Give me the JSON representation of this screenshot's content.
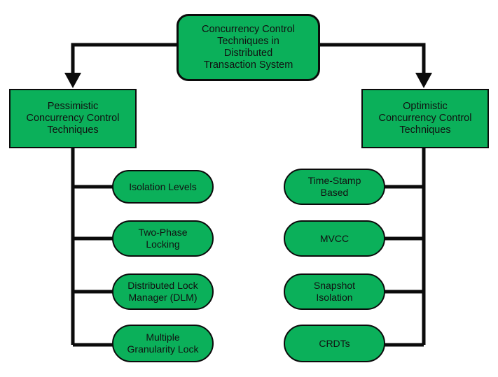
{
  "diagram": {
    "title": "Concurrency Control Techniques in Distributed Transaction System",
    "type": "hierarchy-flowchart",
    "background_color": "#ffffff",
    "node_fill_color": "#0bb05a",
    "node_border_color": "#0b0b0b",
    "text_color": "#111111",
    "connector_color": "#0b0b0b",
    "root": {
      "label": "Concurrency Control\nTechniques in\nDistributed\nTransaction System",
      "shape": "rounded-rectangle"
    },
    "branches": [
      {
        "label": "Pessimistic\nConcurrency Control\nTechniques",
        "shape": "rectangle",
        "side": "left",
        "children": [
          {
            "label": "Isolation Levels",
            "shape": "pill"
          },
          {
            "label": "Two-Phase\nLocking",
            "shape": "pill"
          },
          {
            "label": "Distributed Lock\nManager (DLM)",
            "shape": "pill"
          },
          {
            "label": "Multiple\nGranularity Lock",
            "shape": "pill"
          }
        ]
      },
      {
        "label": "Optimistic\nConcurrency Control\nTechniques",
        "shape": "rectangle",
        "side": "right",
        "children": [
          {
            "label": "Time-Stamp\nBased",
            "shape": "pill"
          },
          {
            "label": "MVCC",
            "shape": "pill"
          },
          {
            "label": "Snapshot\nIsolation",
            "shape": "pill"
          },
          {
            "label": "CRDTs",
            "shape": "pill"
          }
        ]
      }
    ]
  }
}
